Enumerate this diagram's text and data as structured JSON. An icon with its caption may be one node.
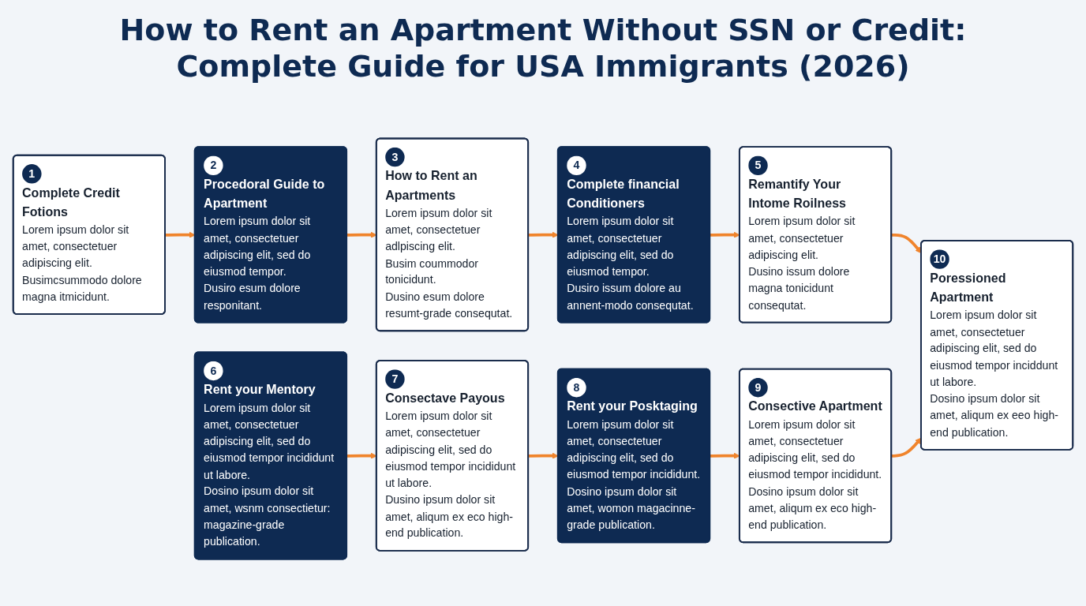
{
  "diagram": {
    "title": "How to Rent an Apartment Without SSN or Credit: Complete Guide for USA Immigrants (2026)",
    "nodes": [
      {
        "text": [
          "1",
          "Complete Credit Fotions",
          "Lorem ipsum dolor sit amet, consectetuer adipiscing elit.",
          "Busimcsummodo dolore magna itmicidunt."
        ]
      },
      {
        "text": [
          "2",
          "Procedoral Guide to Apartment",
          "Lorem ipsum dolor sit amet, consectetuer adipiscing elit, sed do eiusmod tempor.",
          "Dusiro esum dolore responitant."
        ]
      },
      {
        "text": [
          "3",
          "How to Rent an Apartments",
          "Lorem ipsum dolor sit amet, consectetuer adlpiscing elit.",
          "Busim coummodor tonicidunt.",
          "Dusino esum dolore resumt-grade consequtat."
        ]
      },
      {
        "text": [
          "4",
          "Complete financial Conditioners",
          "Lorem ipsum dolor sit amet, consectetuer adipiscing elit, sed do eiusmod tempor.",
          "Dusiro issum dolore au annent-modo consequtat."
        ]
      },
      {
        "text": [
          "5",
          "Remantify Your Intome Roilness",
          "Lorem ipsum dolor sit amet, consectetuer adipiscing elit.",
          "Dusino issum dolore magna tonicidunt consequtat."
        ]
      },
      {
        "text": [
          "6",
          "Rent your Mentory",
          "Lorem ipsum dolor sit amet, consectetuer adipiscing elit, sed do eiusmod tempor incididunt ut labore.",
          "Dosino ipsum dolor sit amet, wsnm consectietur: magazine-grade publication."
        ]
      },
      {
        "text": [
          "7",
          "Consectave Payous",
          "Lorem ipsum dolor sit amet, consectetuer adipiscing elit, sed do eiusmod tempor incididunt ut labore.",
          "Dusino ipsum dolor sit amet, aliqum ex eco high-end publication."
        ]
      },
      {
        "text": [
          "8",
          "Rent your Posktaging",
          "Lorem ipsum dolor sit amet, consectetuer adipiscing elit, sed do eiusmod tempor incididunt.",
          "Dosino ipsum dolor sit amet, womon magacinne-grade publication."
        ]
      },
      {
        "text": [
          "9",
          "Consective Apartment",
          "Lorem ipsum dolor sit amet, consectetuer adipiscing elit, sed do eiusmod tempor incididunt.",
          "Dosino ipsum dolor sit amet, aliqum ex eco high-end publication."
        ]
      },
      {
        "text": [
          "10",
          "Poressioned Apartment",
          "Lorem ipsum dolor sit amet, consectetuer adipiscing elit, sed do eiusmod tempor inciddunt ut labore.",
          "Dosino ipsum dolor sit amet, aliqum ex eeo high-end publication."
        ]
      }
    ],
    "edges": [
      {
        "from": 0,
        "to": 1,
        "arrow": "to"
      },
      {
        "from": 1,
        "to": 2,
        "arrow": "to"
      },
      {
        "from": 2,
        "to": 3,
        "arrow": "to"
      },
      {
        "from": 3,
        "to": 4,
        "arrow": "to"
      },
      {
        "from": 4,
        "to": 9,
        "arrow": "to"
      },
      {
        "from": 5,
        "to": 6,
        "arrow": "to"
      },
      {
        "from": 6,
        "to": 7,
        "arrow": "to"
      },
      {
        "from": 7,
        "to": 8,
        "arrow": "to"
      },
      {
        "from": 8,
        "to": 9,
        "arrow": "to"
      }
    ]
  }
}
